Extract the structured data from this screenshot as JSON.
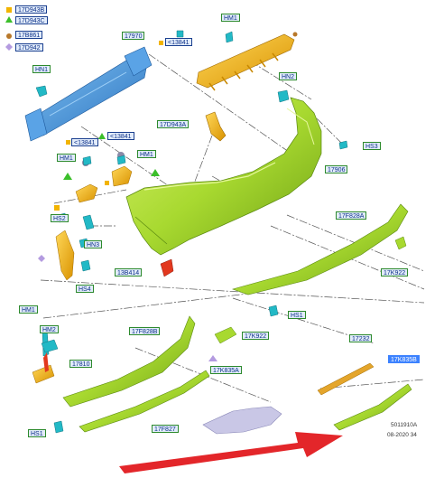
{
  "legend": [
    {
      "symbol": "square",
      "color": "#f2b400",
      "code": "17D943B"
    },
    {
      "symbol": "triangle",
      "color": "#3bbf2a",
      "code": "17D943C"
    },
    {
      "symbol": "circle",
      "color": "#b8782a",
      "code": "17B861"
    },
    {
      "symbol": "diamond",
      "color": "#b49be0",
      "code": "17D942"
    }
  ],
  "callouts": {
    "c17970": "17970",
    "c13841a": "<13841",
    "hm1_top": "HM1",
    "hn1": "HN1",
    "c17d943a": "17D943A",
    "hn2": "HN2",
    "hs3": "HS3",
    "c13841b": "<13841",
    "c13841c": "<13841",
    "hm1_mid": "HM1",
    "hm1_left": "HM1",
    "c17906": "17906",
    "hs2": "HS2",
    "hn3": "HN3",
    "hs4": "HS4",
    "c13b414": "13B414",
    "c17f828a": "17F828A",
    "c17k922a": "17K922",
    "hs1_mid": "HS1",
    "hm1_bottom": "HM1",
    "hm2": "HM2",
    "c17f828b": "17F828B",
    "c17k922b": "17K922",
    "c17810": "17810",
    "c17k835a": "17K835A",
    "c17232": "17232",
    "c17k835b": "17K835B",
    "c17f827": "17F827",
    "hs1_bottom": "HS1"
  },
  "footer": {
    "code": "5011910A",
    "date": "08-2020 34"
  },
  "colors": {
    "bumper_green": "#a8d930",
    "beam_blue": "#3a8fd8",
    "bracket_orange": "#f2b400",
    "clip_teal": "#22b9c6",
    "sensor_red": "#e2381e",
    "arrow_red": "#e3262a",
    "insert_lavender": "#c9c7e6"
  }
}
